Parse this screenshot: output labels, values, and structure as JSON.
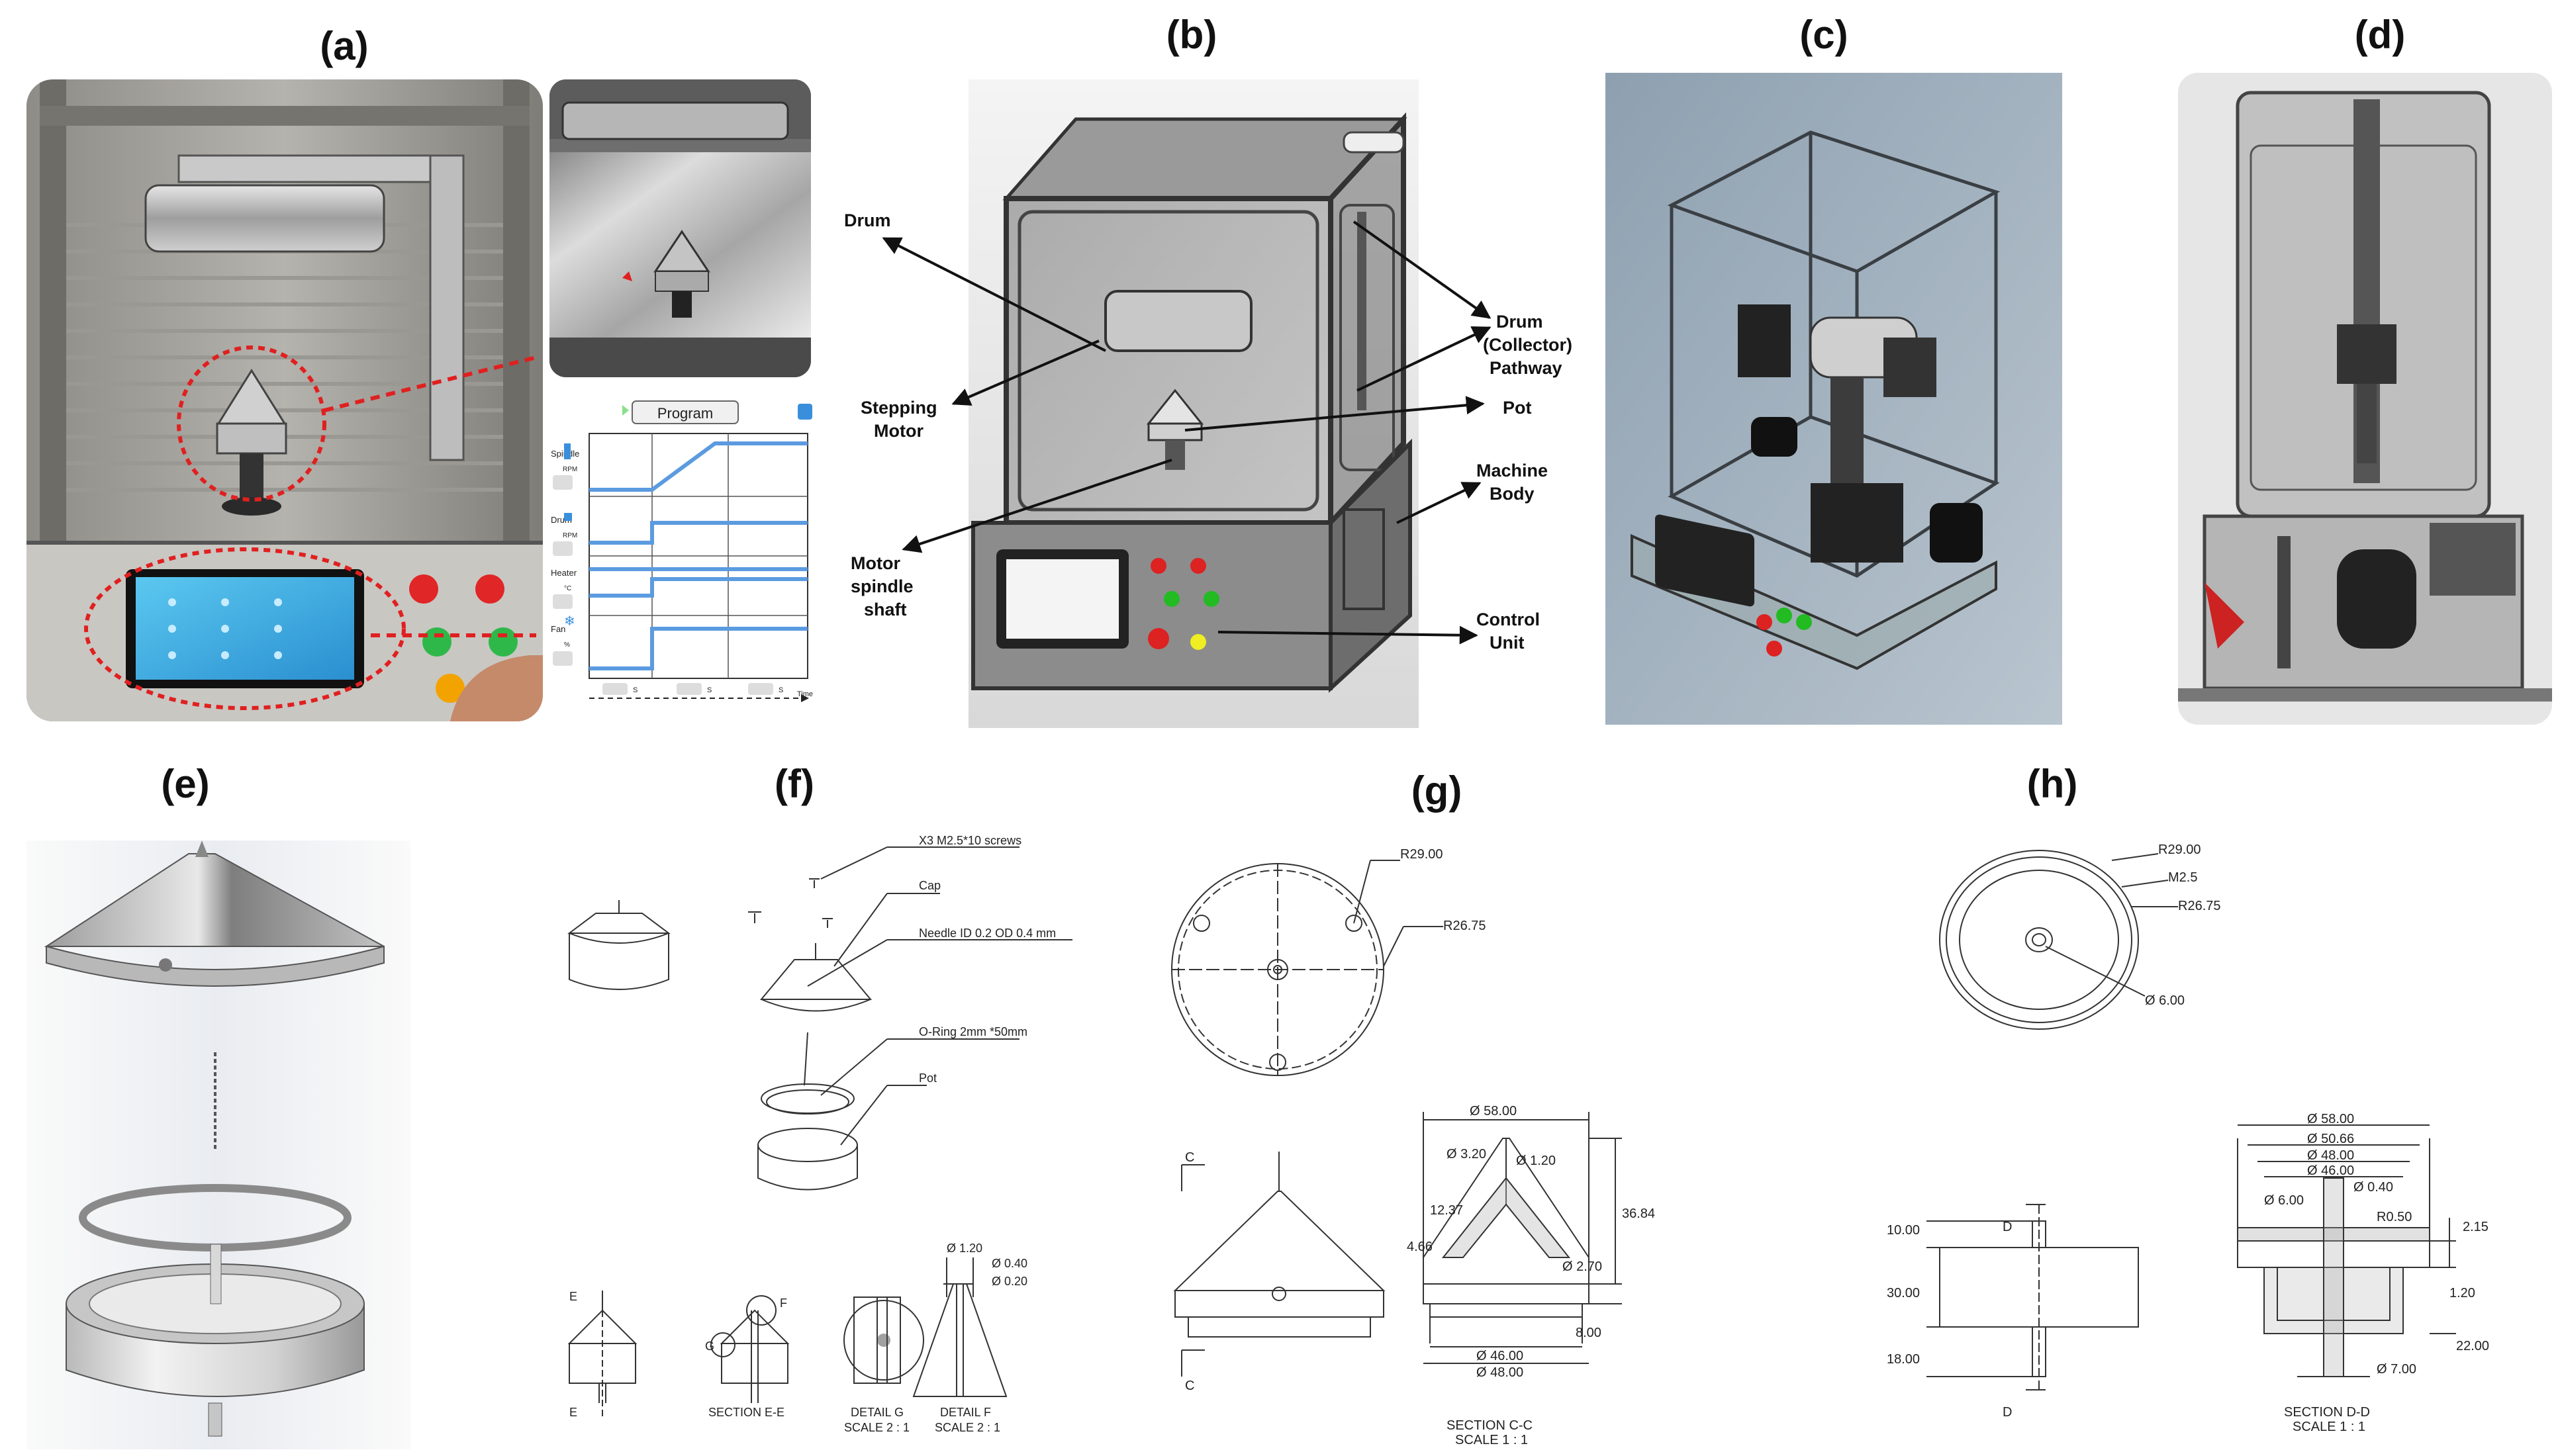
{
  "panel_labels": {
    "a": "(a)",
    "b": "(b)",
    "c": "(c)",
    "d": "(d)",
    "e": "(e)",
    "f": "(f)",
    "g": "(g)",
    "h": "(h)"
  },
  "panel_a": {
    "program_title": "Program",
    "rows": [
      {
        "label": "Spindle",
        "unit": "RPM"
      },
      {
        "label": "Drum",
        "unit": "RPM"
      },
      {
        "label": "Heater",
        "unit": "°C"
      },
      {
        "label": "Fan",
        "unit": "%"
      }
    ],
    "time_axis": "Time",
    "segment_marker": "S"
  },
  "panel_b": {
    "labels": {
      "drum": "Drum",
      "stepping_motor_1": "Stepping",
      "stepping_motor_2": "Motor",
      "motor_spindle_1": "Motor",
      "motor_spindle_2": "spindle",
      "motor_spindle_3": "shaft",
      "drum_pathway_1": "Drum",
      "drum_pathway_2": "(Collector)",
      "drum_pathway_3": "Pathway",
      "pot": "Pot",
      "machine_body_1": "Machine",
      "machine_body_2": "Body",
      "control_unit_1": "Control",
      "control_unit_2": "Unit"
    }
  },
  "panel_f": {
    "screws": "X3 M2.5*10 screws",
    "cap": "Cap",
    "needle": "Needle ID 0.2 OD 0.4 mm",
    "oring": "O-Ring 2mm *50mm",
    "pot": "Pot",
    "section_e": "E",
    "section_label": "SECTION E-E",
    "detail_g_mark": "G",
    "detail_f_mark": "F",
    "detail_g_1": "DETAIL G",
    "detail_g_2": "SCALE 2 : 1",
    "detail_f_1": "DETAIL F",
    "detail_f_2": "SCALE 2 : 1",
    "d_120": "Ø 1.20",
    "d_040": "Ø 0.40",
    "d_020": "Ø 0.20"
  },
  "panel_g": {
    "r29": "R29.00",
    "r2675": "R26.75",
    "section_c": "C",
    "d58": "Ø 58.00",
    "d320": "Ø 3.20",
    "d120": "Ø 1.20",
    "v1237": "12.37",
    "v466": "4.66",
    "v3684": "36.84",
    "d270": "Ø 2.70",
    "v800": "8.00",
    "d46": "Ø 46.00",
    "d48": "Ø 48.00",
    "section_label_1": "SECTION C-C",
    "section_label_2": "SCALE 1 : 1"
  },
  "panel_h": {
    "r29": "R29.00",
    "m25": "M2.5",
    "r2675": "R26.75",
    "d6": "Ø 6.00",
    "section_d": "D",
    "v1000": "10.00",
    "v3000": "30.00",
    "v1800": "18.00",
    "d58": "Ø 58.00",
    "d5066": "Ø 50.66",
    "d48": "Ø 48.00",
    "d46": "Ø 46.00",
    "d040": "Ø 0.40",
    "d6b": "Ø 6.00",
    "r050": "R0.50",
    "v215": "2.15",
    "v120": "1.20",
    "v2200": "22.00",
    "d7": "Ø 7.00",
    "section_label_1": "SECTION D-D",
    "section_label_2": "SCALE 1 : 1"
  }
}
